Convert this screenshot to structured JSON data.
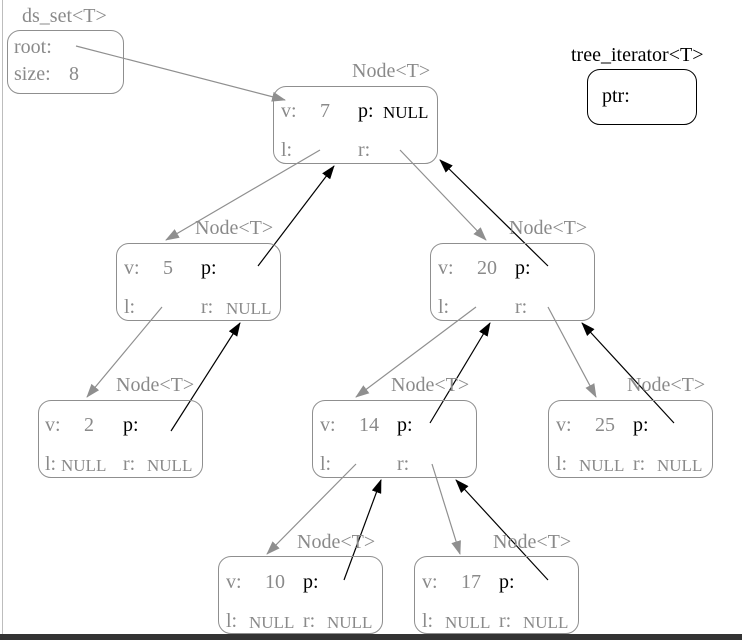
{
  "ds_set": {
    "title": "ds_set<T>",
    "root_label": "root:",
    "size_label": "size:",
    "size_value": "8"
  },
  "iterator": {
    "title": "tree_iterator<T>",
    "ptr_label": "ptr:"
  },
  "labels": {
    "v": "v:",
    "p": "p:",
    "l": "l:",
    "r": "r:",
    "null": "NULL"
  },
  "nodes": {
    "n7": {
      "title": "Node<T>",
      "value": "7"
    },
    "n5": {
      "title": "Node<T>",
      "value": "5"
    },
    "n20": {
      "title": "Node<T>",
      "value": "20"
    },
    "n2": {
      "title": "Node<T>",
      "value": "2"
    },
    "n14": {
      "title": "Node<T>",
      "value": "14"
    },
    "n25": {
      "title": "Node<T>",
      "value": "25"
    },
    "n10": {
      "title": "Node<T>",
      "value": "10"
    },
    "n17": {
      "title": "Node<T>",
      "value": "17"
    }
  },
  "colors": {
    "child_pointer": "#8f8f8f",
    "parent_pointer": "#000000"
  }
}
